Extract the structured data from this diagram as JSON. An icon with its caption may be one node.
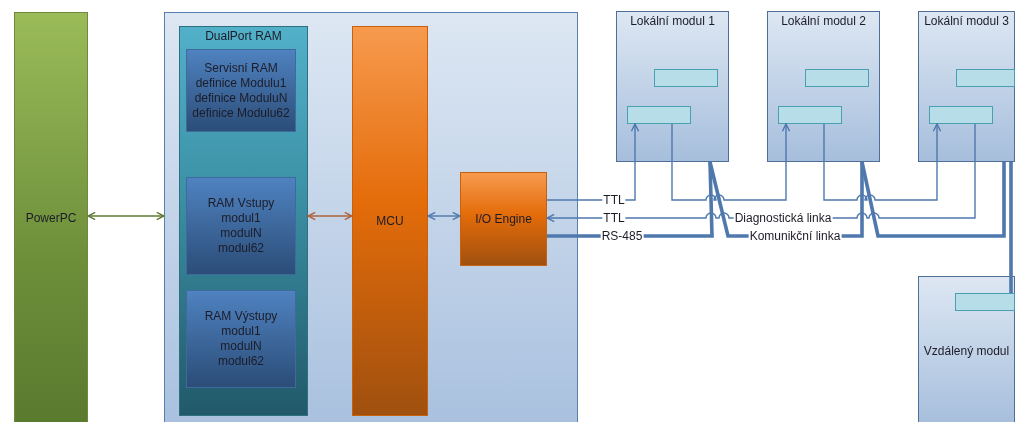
{
  "diagram": {
    "nodes": [
      {
        "text": [
          "PowerPC"
        ]
      },
      {
        "text": [],
        "shape": "box"
      },
      {
        "text": [
          "DualPort RAM"
        ],
        "in": 1
      },
      {
        "text": [
          "Servisní RAM",
          "definice Modulu1",
          "definice ModuluN",
          "definice Modulu62"
        ],
        "in": 2
      },
      {
        "text": [
          "RAM Vstupy",
          "modul1",
          "modulN",
          "modul62"
        ],
        "in": 2
      },
      {
        "text": [
          "RAM Výstupy",
          "modul1",
          "modulN",
          "modul62"
        ],
        "in": 2
      },
      {
        "text": [
          "MCU"
        ],
        "in": 1
      },
      {
        "text": [
          "I/O Engine"
        ],
        "in": 1
      },
      {
        "text": [
          "Lokální modul 1"
        ]
      },
      {
        "text": [],
        "shape": "box",
        "in": 8
      },
      {
        "text": [],
        "shape": "box",
        "in": 8
      },
      {
        "text": [
          "Lokální modul 2"
        ]
      },
      {
        "text": [],
        "shape": "box",
        "in": 11
      },
      {
        "text": [],
        "shape": "box",
        "in": 11
      },
      {
        "text": [
          "Lokální modul 3"
        ]
      },
      {
        "text": [],
        "shape": "box",
        "in": 14
      },
      {
        "text": [],
        "shape": "box",
        "in": 14
      },
      {
        "text": [
          "Vzdálený modul"
        ]
      },
      {
        "text": [],
        "shape": "box",
        "in": 17
      }
    ],
    "edges": [
      {
        "from": 0,
        "to": 1,
        "arrow": "both",
        "color": "#5f7a34"
      },
      {
        "from": 2,
        "to": 6,
        "arrow": "both",
        "color": "#b0623a"
      },
      {
        "from": 6,
        "to": 7,
        "arrow": "both"
      },
      {
        "from": 7,
        "to": 10,
        "arrow": "to",
        "label": "TTL"
      },
      {
        "from": 10,
        "to": 13,
        "arrow": "to"
      },
      {
        "from": 13,
        "to": 16,
        "arrow": "to"
      },
      {
        "from": 16,
        "to": 7,
        "arrow": "to",
        "label": "Diagnostická linka"
      },
      {
        "from": 7,
        "to": 8,
        "arrow": "none",
        "label": "RS-485",
        "style": "thick"
      },
      {
        "from": 8,
        "to": 11,
        "arrow": "none",
        "label": "Komunikční linka",
        "style": "thick"
      },
      {
        "from": 11,
        "to": 14,
        "arrow": "none",
        "style": "thick"
      },
      {
        "from": 14,
        "to": 18,
        "arrow": "none",
        "style": "thick"
      }
    ],
    "labels": [
      "TTL"
    ]
  }
}
